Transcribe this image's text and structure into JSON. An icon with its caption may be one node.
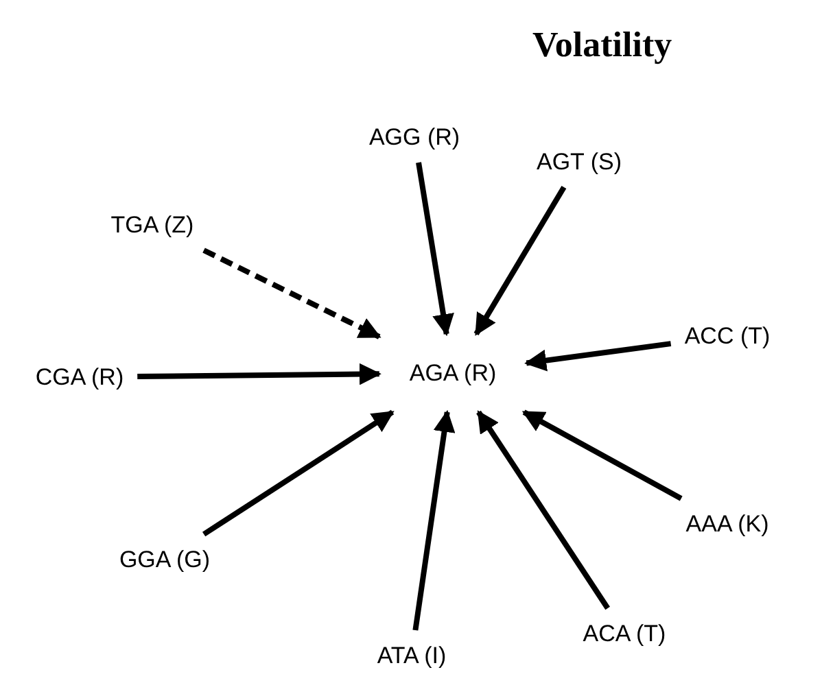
{
  "diagram": {
    "title": "Volatility",
    "nodes": [
      {
        "text": [
          "AGA (R)"
        ]
      },
      {
        "text": [
          "AGG (R)"
        ]
      },
      {
        "text": [
          "AGT (S)"
        ]
      },
      {
        "text": [
          "TGA (Z)"
        ]
      },
      {
        "text": [
          "ACC (T)"
        ]
      },
      {
        "text": [
          "CGA (R)"
        ]
      },
      {
        "text": [
          "AAA (K)"
        ]
      },
      {
        "text": [
          "GGA (G)"
        ]
      },
      {
        "text": [
          "ACA (T)"
        ]
      },
      {
        "text": [
          "ATA (I)"
        ]
      }
    ],
    "edges": [
      {
        "from": 1,
        "to": 0,
        "arrow": "to"
      },
      {
        "from": 2,
        "to": 0,
        "arrow": "to"
      },
      {
        "from": 3,
        "to": 0,
        "arrow": "to",
        "style": "dashed"
      },
      {
        "from": 4,
        "to": 0,
        "arrow": "to"
      },
      {
        "from": 5,
        "to": 0,
        "arrow": "to"
      },
      {
        "from": 6,
        "to": 0,
        "arrow": "to"
      },
      {
        "from": 7,
        "to": 0,
        "arrow": "to"
      },
      {
        "from": 8,
        "to": 0,
        "arrow": "to"
      },
      {
        "from": 9,
        "to": 0,
        "arrow": "to"
      }
    ]
  }
}
